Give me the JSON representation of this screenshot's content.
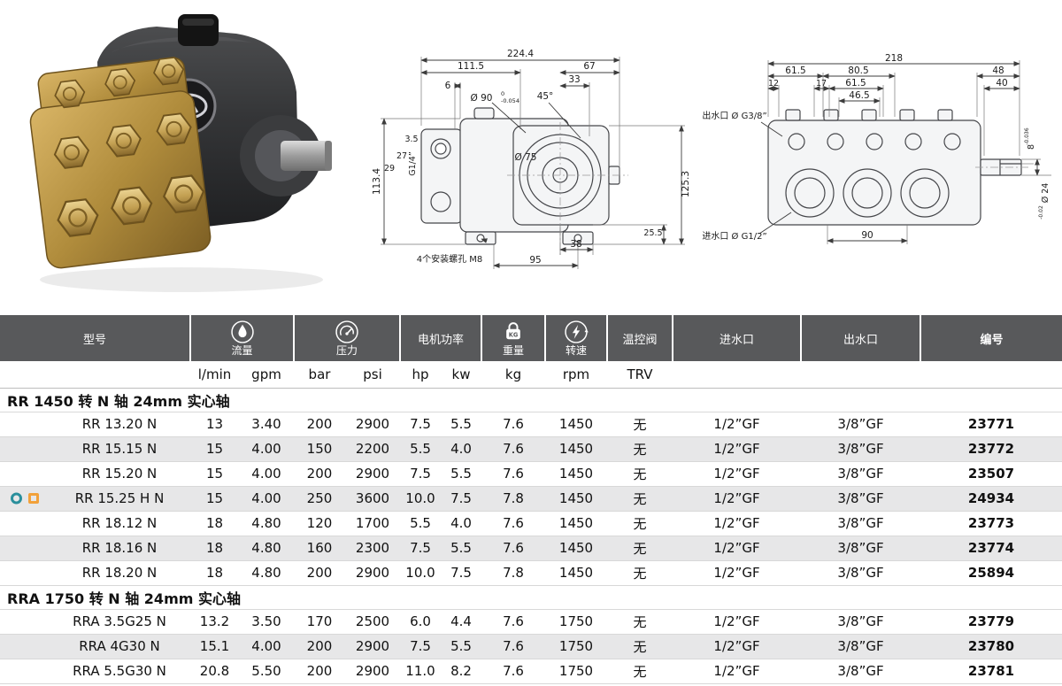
{
  "page": {
    "background": "#ffffff",
    "header_bg": "#58595b",
    "row_alt_bg": "#e7e7e8",
    "brass_color": "#b08c3c",
    "badge_teal": "#2a8f9c",
    "badge_orange": "#f2a13a"
  },
  "drawings": {
    "side": {
      "dims_top": [
        "224.4",
        "111.5",
        "67",
        "6",
        "33"
      ],
      "bore_label": "Ø 90",
      "bore_tol_top": "0",
      "bore_tol_bottom": "-0.054",
      "angle_label": "45°",
      "circle_label": "Ø 75",
      "dims_left": [
        "113.4",
        "3.5",
        "27",
        "29"
      ],
      "port_label": "G1/4”",
      "dims_right": [
        "125.3",
        "25.5"
      ],
      "dims_bottom": [
        "38",
        "95"
      ],
      "mount_note": "4个安装螺孔 M8"
    },
    "front": {
      "dims_top": [
        "218",
        "61.5",
        "80.5",
        "48",
        "12",
        "17",
        "61.5",
        "40",
        "46.5"
      ],
      "outlet_label": "出水口 Ø G3/8”",
      "inlet_label": "进水口 Ø G1/2”",
      "key_dim": "8",
      "key_tol_top": "0",
      "key_tol_bottom": "-0.036",
      "shaft_dia": "Ø 24",
      "shaft_tol_top": "0",
      "shaft_tol_bottom": "-0.02",
      "dim_bottom": "90"
    }
  },
  "table": {
    "header": {
      "model": "型号",
      "flow": "流量",
      "pressure": "压力",
      "power": "电机功率",
      "weight": "重量",
      "weight_icon_text": "KG",
      "speed": "转速",
      "trv": "温控阀",
      "inlet": "进水口",
      "outlet": "出水口",
      "code": "编号"
    },
    "units": [
      "l/min",
      "gpm",
      "bar",
      "psi",
      "hp",
      "kw",
      "kg",
      "rpm",
      "TRV"
    ],
    "sections": [
      {
        "title": "RR 1450 转 N 轴 24mm 实心轴",
        "rows": [
          {
            "model": "RR 13.20 N",
            "badges": false,
            "lmin": "13",
            "gpm": "3.40",
            "bar": "200",
            "psi": "2900",
            "hp": "7.5",
            "kw": "5.5",
            "kg": "7.6",
            "rpm": "1450",
            "trv": "无",
            "inlet": "1/2”GF",
            "outlet": "3/8”GF",
            "code": "23771"
          },
          {
            "model": "RR 15.15 N",
            "badges": false,
            "lmin": "15",
            "gpm": "4.00",
            "bar": "150",
            "psi": "2200",
            "hp": "5.5",
            "kw": "4.0",
            "kg": "7.6",
            "rpm": "1450",
            "trv": "无",
            "inlet": "1/2”GF",
            "outlet": "3/8”GF",
            "code": "23772"
          },
          {
            "model": "RR 15.20 N",
            "badges": false,
            "lmin": "15",
            "gpm": "4.00",
            "bar": "200",
            "psi": "2900",
            "hp": "7.5",
            "kw": "5.5",
            "kg": "7.6",
            "rpm": "1450",
            "trv": "无",
            "inlet": "1/2”GF",
            "outlet": "3/8”GF",
            "code": "23507"
          },
          {
            "model": "RR 15.25 H N",
            "badges": true,
            "lmin": "15",
            "gpm": "4.00",
            "bar": "250",
            "psi": "3600",
            "hp": "10.0",
            "kw": "7.5",
            "kg": "7.8",
            "rpm": "1450",
            "trv": "无",
            "inlet": "1/2”GF",
            "outlet": "3/8”GF",
            "code": "24934"
          },
          {
            "model": "RR 18.12 N",
            "badges": false,
            "lmin": "18",
            "gpm": "4.80",
            "bar": "120",
            "psi": "1700",
            "hp": "5.5",
            "kw": "4.0",
            "kg": "7.6",
            "rpm": "1450",
            "trv": "无",
            "inlet": "1/2”GF",
            "outlet": "3/8”GF",
            "code": "23773"
          },
          {
            "model": "RR 18.16 N",
            "badges": false,
            "lmin": "18",
            "gpm": "4.80",
            "bar": "160",
            "psi": "2300",
            "hp": "7.5",
            "kw": "5.5",
            "kg": "7.6",
            "rpm": "1450",
            "trv": "无",
            "inlet": "1/2”GF",
            "outlet": "3/8”GF",
            "code": "23774"
          },
          {
            "model": "RR 18.20 N",
            "badges": false,
            "lmin": "18",
            "gpm": "4.80",
            "bar": "200",
            "psi": "2900",
            "hp": "10.0",
            "kw": "7.5",
            "kg": "7.8",
            "rpm": "1450",
            "trv": "无",
            "inlet": "1/2”GF",
            "outlet": "3/8”GF",
            "code": "25894"
          }
        ]
      },
      {
        "title": "RRA 1750 转 N 轴 24mm 实心轴",
        "rows": [
          {
            "model": "RRA 3.5G25 N",
            "badges": false,
            "lmin": "13.2",
            "gpm": "3.50",
            "bar": "170",
            "psi": "2500",
            "hp": "6.0",
            "kw": "4.4",
            "kg": "7.6",
            "rpm": "1750",
            "trv": "无",
            "inlet": "1/2”GF",
            "outlet": "3/8”GF",
            "code": "23779"
          },
          {
            "model": "RRA 4G30 N",
            "badges": false,
            "lmin": "15.1",
            "gpm": "4.00",
            "bar": "200",
            "psi": "2900",
            "hp": "7.5",
            "kw": "5.5",
            "kg": "7.6",
            "rpm": "1750",
            "trv": "无",
            "inlet": "1/2”GF",
            "outlet": "3/8”GF",
            "code": "23780"
          },
          {
            "model": "RRA 5.5G30 N",
            "badges": false,
            "lmin": "20.8",
            "gpm": "5.50",
            "bar": "200",
            "psi": "2900",
            "hp": "11.0",
            "kw": "8.2",
            "kg": "7.6",
            "rpm": "1750",
            "trv": "无",
            "inlet": "1/2”GF",
            "outlet": "3/8”GF",
            "code": "23781"
          }
        ]
      }
    ]
  }
}
